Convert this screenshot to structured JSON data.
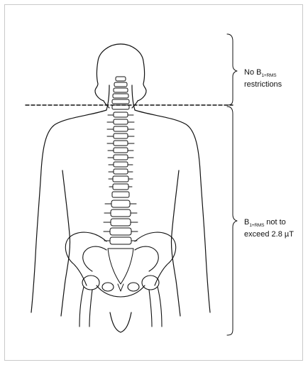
{
  "figure": {
    "region_top": {
      "line1_prefix": "No B",
      "line1_sub": "1+RMS",
      "line2": "restrictions"
    },
    "region_bottom": {
      "line1_prefix": "B",
      "line1_sub": "1+RMS",
      "line1_suffix": " not to",
      "line2": "exceed 2.8 µT"
    }
  },
  "colors": {
    "line": "#111111",
    "frame_border": "#c9c9c9"
  },
  "icons": {
    "body": "human-back-outline",
    "spine": "vertebral-column",
    "pelvis": "pelvis-bones"
  }
}
